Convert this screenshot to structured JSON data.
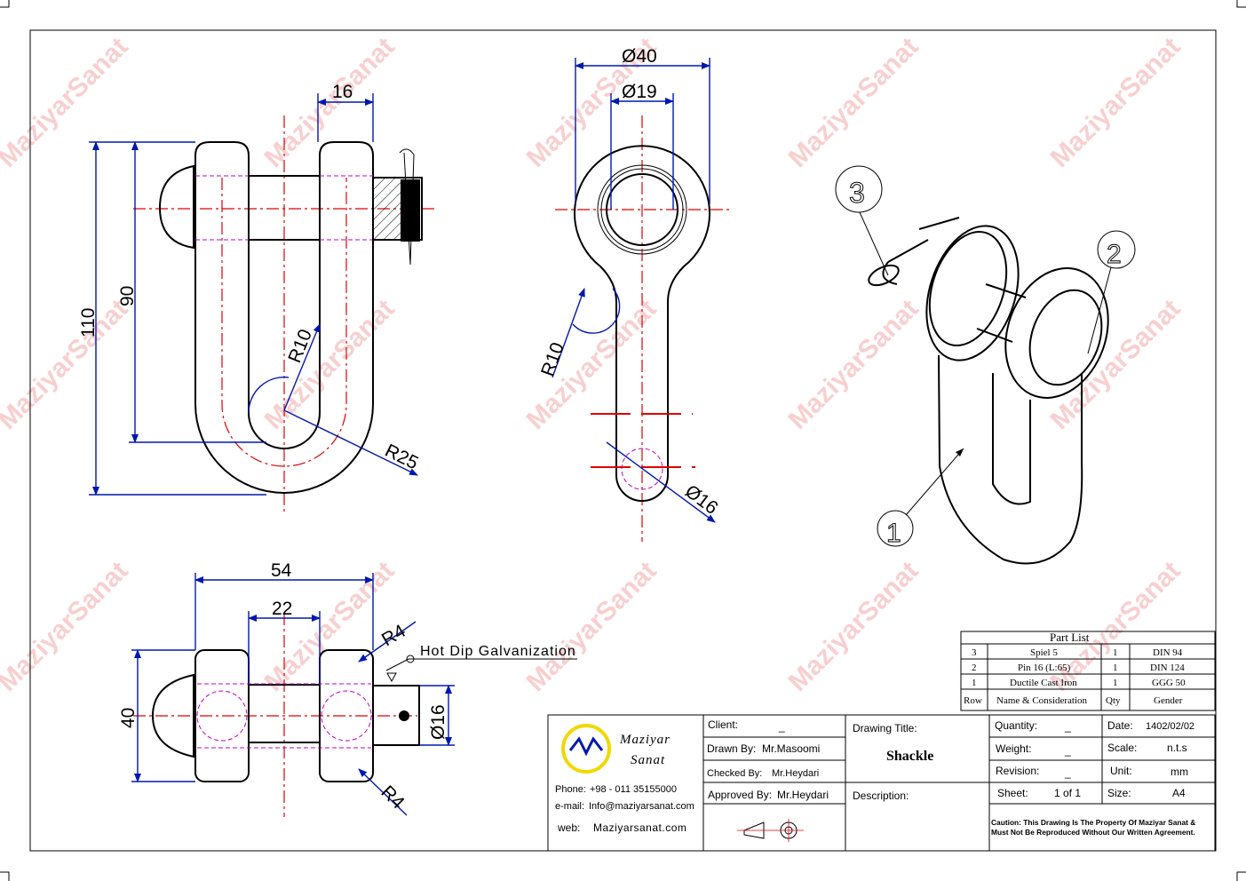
{
  "watermark": "MaziyarSanat",
  "colors": {
    "dimension": "#0018b0",
    "centerline": "#e00000",
    "hidden": "#c000c0",
    "object": "#000000",
    "watermark": "#f4a8a8",
    "logo_circle": "#f0d800"
  },
  "front_view": {
    "dim_16": "16",
    "dim_110": "110",
    "dim_90": "90",
    "dim_r10": "R10",
    "dim_r25": "R25"
  },
  "side_view": {
    "dim_d40": "Ø40",
    "dim_d19": "Ø19",
    "dim_r10": "R10",
    "dim_d16": "Ø16"
  },
  "top_view": {
    "dim_54": "54",
    "dim_22": "22",
    "dim_40": "40",
    "dim_r4_top": "R4",
    "dim_r4_bottom": "R4",
    "dim_d16": "Ø16",
    "note": "Hot Dip Galvanization"
  },
  "iso_view": {
    "balloons": [
      "1",
      "2",
      "3"
    ]
  },
  "part_list": {
    "title": "Part List",
    "rows": [
      {
        "row": "3",
        "name": "Spiel 5",
        "qty": "1",
        "gender": "DIN 94"
      },
      {
        "row": "2",
        "name": "Pin 16 (L:65)",
        "qty": "1",
        "gender": "DIN 124"
      },
      {
        "row": "1",
        "name": "Ductile Cast Iron",
        "qty": "1",
        "gender": "GGG 50"
      }
    ],
    "header": {
      "row": "Row",
      "name": "Name & Consideration",
      "qty": "Qty",
      "gender": "Gender"
    }
  },
  "title_block": {
    "company_line1": "Maziyar",
    "company_line2": "Sanat",
    "phone_label": "Phone:",
    "phone": "+98 - 011 35155000",
    "email_label": "e-mail:",
    "email": "Info@maziyarsanat.com",
    "web_label": "web:",
    "web": "Maziyarsanat.com",
    "client_label": "Client:",
    "client": "_",
    "drawn_label": "Drawn By:",
    "drawn": "Mr.Masoomi",
    "checked_label": "Checked By:",
    "checked": "Mr.Heydari",
    "approved_label": "Approved By:",
    "approved": "Mr.Heydari",
    "drawing_title_label": "Drawing Title:",
    "drawing_title": "Shackle",
    "description_label": "Description:",
    "quantity_label": "Quantity:",
    "quantity": "_",
    "weight_label": "Weight:",
    "weight": "_",
    "revision_label": "Revision:",
    "revision": "_",
    "sheet_label": "Sheet:",
    "sheet": "1 of 1",
    "date_label": "Date:",
    "date": "1402/02/02",
    "scale_label": "Scale:",
    "scale": "n.t.s",
    "unit_label": "Unit:",
    "unit": "mm",
    "size_label": "Size:",
    "size": "A4",
    "caution_line1": "Caution: This Drawing Is The Property Of Maziyar Sanat &",
    "caution_line2": "Must Not Be Reproduced Without Our Written Agreement."
  }
}
